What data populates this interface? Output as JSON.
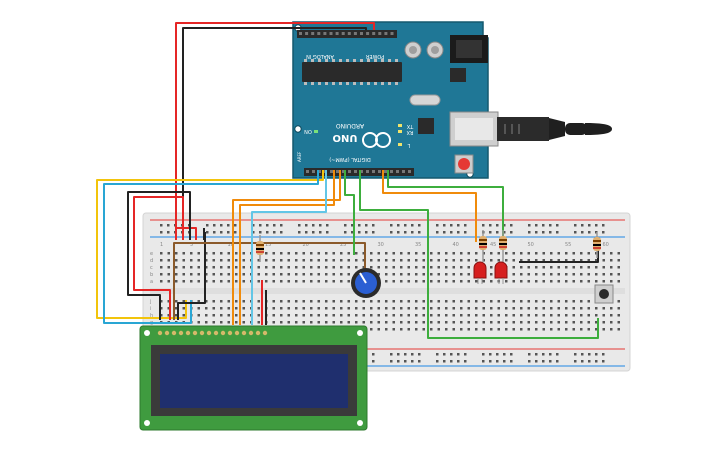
{
  "board": {
    "brand": "ARDUINO",
    "model": "UNO",
    "power_label": "POWER",
    "analog_label": "ANALOG IN",
    "digital_label": "DIGITAL (PWM~)",
    "on_label": "ON",
    "tx_label": "TX",
    "rx_label": "RX",
    "l_label": "L",
    "aref_label": "AREF",
    "colors": {
      "board": "#1f7796",
      "edge": "#15596f",
      "chip": "#2a2a2a"
    }
  },
  "breadboard": {
    "column_numbers": [
      "1",
      "5",
      "10",
      "15",
      "20",
      "25",
      "30",
      "35",
      "40",
      "45",
      "50",
      "55",
      "60"
    ],
    "row_letters_top": [
      "a",
      "b",
      "c",
      "d",
      "e"
    ],
    "row_letters_bottom": [
      "f",
      "g",
      "h",
      "i",
      "j"
    ],
    "colors": {
      "body": "#e9e9e9",
      "hole": "#555555",
      "rail_red": "#e53935",
      "rail_blue": "#1e88e5"
    }
  },
  "lcd": {
    "colors": {
      "pcb": "#3f9b3f",
      "screen": "#1f2f6e",
      "bezel": "#3a3a3a"
    }
  },
  "wire_colors": {
    "red": "#e52626",
    "black": "#222222",
    "yellow": "#f2c40c",
    "blue": "#29a6d4",
    "orange": "#f08b0b",
    "green": "#3dae3d",
    "brown": "#8b5a2b",
    "light_blue": "#62c6e6"
  }
}
